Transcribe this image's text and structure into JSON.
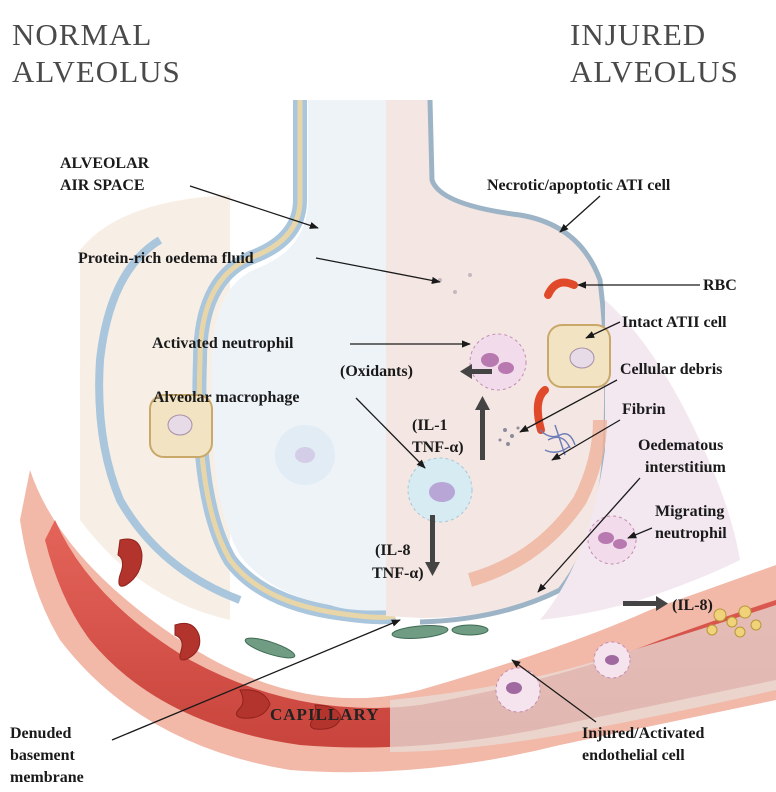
{
  "headers": {
    "normal": [
      "NORMAL",
      "ALVEOLUS"
    ],
    "injured": [
      "INJURED",
      "ALVEOLUS"
    ]
  },
  "labels": {
    "alveolar_air_space": [
      "ALVEOLAR",
      "AIR SPACE"
    ],
    "necrotic_cell": "Necrotic/apoptotic ATI cell",
    "oedema_fluid": "Protein-rich oedema fluid",
    "rbc": "RBC",
    "activated_neutrophil": "Activated neutrophil",
    "intact_atii": "Intact ATII cell",
    "oxidants": "(Oxidants)",
    "cellular_debris": "Cellular debris",
    "alveolar_macrophage": "Alveolar macrophage",
    "il1_tnf": [
      "(IL-1",
      "TNF-α)"
    ],
    "fibrin": "Fibrin",
    "oedematous_interstitium": [
      "Oedematous",
      "interstitium"
    ],
    "migrating_neutrophil": [
      "Migrating",
      "neutrophil"
    ],
    "il8_tnf": [
      "(IL-8",
      "TNF-α)"
    ],
    "il8": "(IL-8)",
    "capillary": "CAPILLARY",
    "denuded_membrane": [
      "Denuded",
      "basement",
      "membrane"
    ],
    "injured_endothelial": [
      "Injured/Activated",
      "endothelial cell"
    ]
  },
  "colors": {
    "capillary_red": "#d9524a",
    "vessel_pink": "#f2b8a8",
    "alveolar_wall": "#a9c6dc",
    "interstitium": "#f6e3cf",
    "header_grey": "#4a4a4a"
  }
}
